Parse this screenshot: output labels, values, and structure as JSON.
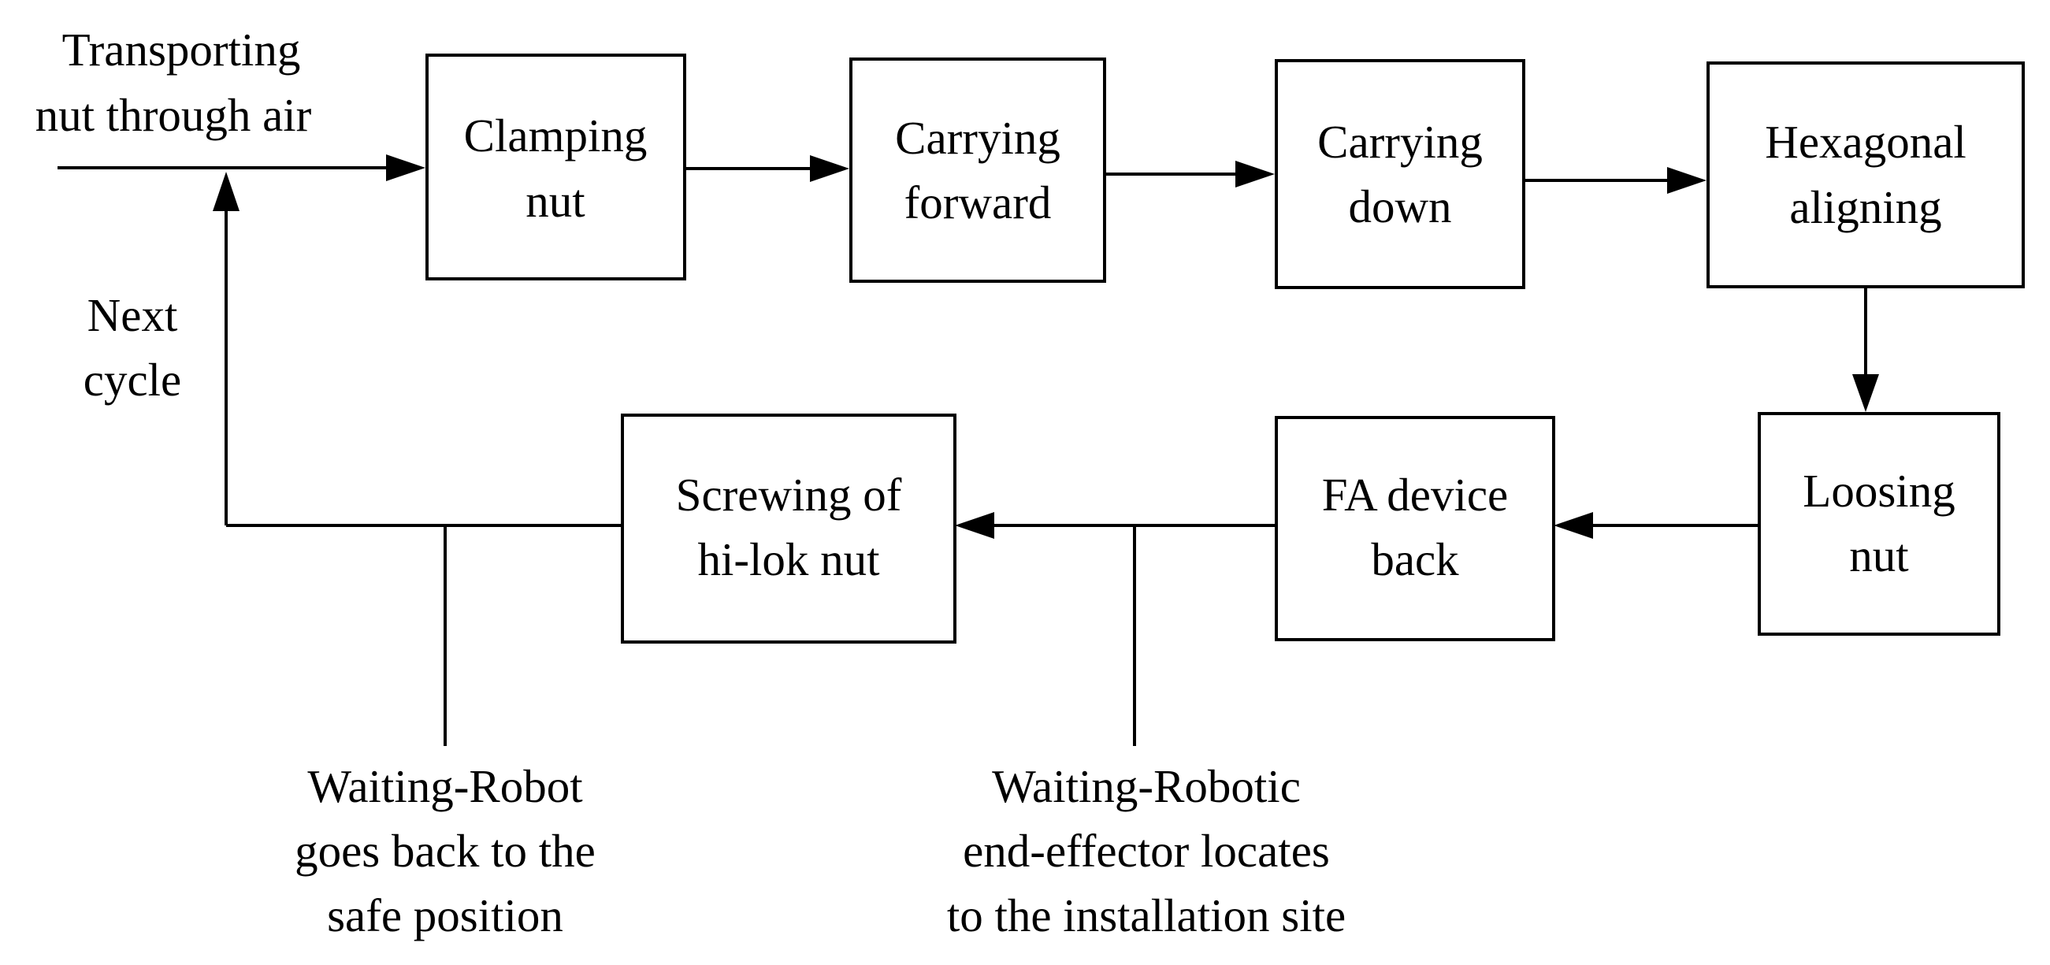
{
  "steps": {
    "clamping_nut": [
      "Clamping",
      "nut"
    ],
    "carrying_forward": [
      "Carrying",
      "forward"
    ],
    "carrying_down": [
      "Carrying",
      "down"
    ],
    "hexagonal_aligning": [
      "Hexagonal",
      "aligning"
    ],
    "loosing_nut": [
      "Loosing",
      "nut"
    ],
    "fa_device_back": [
      "FA device",
      "back"
    ],
    "screwing_hilok_nut": [
      "Screwing of",
      "hi-lok nut"
    ]
  },
  "labels": {
    "transporting": [
      "Transporting",
      "nut through air"
    ],
    "next_cycle": [
      "Next",
      "cycle"
    ],
    "waiting_robot": [
      "Waiting-Robot",
      "goes back to the",
      "safe position"
    ],
    "waiting_robotic": [
      "Waiting-Robotic",
      "end-effector locates",
      "to the installation site"
    ]
  }
}
